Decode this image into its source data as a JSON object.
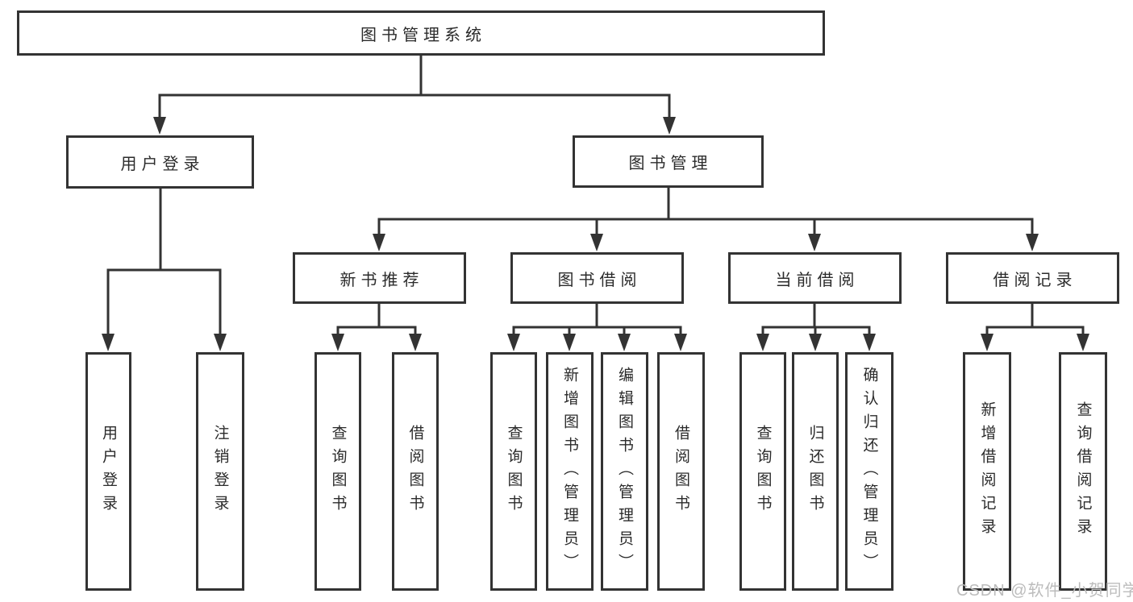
{
  "tree": {
    "root": {
      "label": "图书管理系统"
    },
    "level1": [
      {
        "label": "用户登录"
      },
      {
        "label": "图书管理"
      }
    ],
    "level2": [
      {
        "label": "新书推荐"
      },
      {
        "label": "图书借阅"
      },
      {
        "label": "当前借阅"
      },
      {
        "label": "借阅记录"
      }
    ],
    "leaves": {
      "user_login": [
        "用户登录",
        "注销登录"
      ],
      "new_book": [
        "查询图书",
        "借阅图书"
      ],
      "borrow": [
        "查询图书",
        "新增图书（管理员）",
        "编辑图书（管理员）",
        "借阅图书"
      ],
      "current": [
        "查询图书",
        "归还图书",
        "确认归还（管理员）"
      ],
      "records": [
        "新增借阅记录",
        "查询借阅记录"
      ]
    }
  },
  "watermark": "CSDN @软件_小贺同学",
  "colors": {
    "line": "#333333",
    "border": "#333333",
    "text": "#2b2b2b",
    "watermark": "#bcbcbc",
    "background": "#ffffff"
  }
}
